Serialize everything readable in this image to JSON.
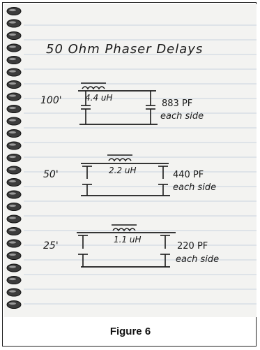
{
  "page": {
    "title": "50 Ohm Phaser Delays",
    "caption": "Figure 6"
  },
  "circuits": [
    {
      "length": "100'",
      "inductor": "4.4 uH",
      "capacitance": "883 PF",
      "note": "each side"
    },
    {
      "length": "50'",
      "inductor": "2.2 uH",
      "capacitance": "440 PF",
      "note": "each side"
    },
    {
      "length": "25'",
      "inductor": "1.1 uH",
      "capacitance": "220 PF",
      "note": "each side"
    }
  ]
}
